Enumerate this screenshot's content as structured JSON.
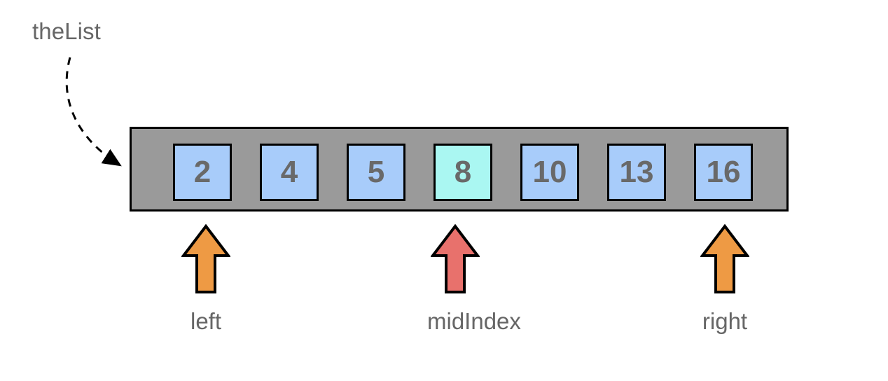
{
  "diagram": {
    "type": "binary-search-array-diagram",
    "pointer": {
      "label": "theList",
      "connector": "dashed-curved-arrow"
    },
    "list": {
      "name": "theList",
      "container_color": "#9a9a9a",
      "border_color": "#000000",
      "cells": [
        {
          "index": 0,
          "value": "2",
          "color": "#a8ccfa",
          "highlighted": false
        },
        {
          "index": 1,
          "value": "4",
          "color": "#a8ccfa",
          "highlighted": false
        },
        {
          "index": 2,
          "value": "5",
          "color": "#a8ccfa",
          "highlighted": false
        },
        {
          "index": 3,
          "value": "8",
          "color": "#aaf7f2",
          "highlighted": true
        },
        {
          "index": 4,
          "value": "10",
          "color": "#a8ccfa",
          "highlighted": false
        },
        {
          "index": 5,
          "value": "13",
          "color": "#a8ccfa",
          "highlighted": false
        },
        {
          "index": 6,
          "value": "16",
          "color": "#a8ccfa",
          "highlighted": false
        }
      ]
    },
    "markers": [
      {
        "id": "left",
        "label": "left",
        "color": "#ee9a44",
        "points_to_index": 0
      },
      {
        "id": "midIndex",
        "label": "midIndex",
        "color": "#e8716c",
        "points_to_index": 3
      },
      {
        "id": "right",
        "label": "right",
        "color": "#ee9a44",
        "points_to_index": 6
      }
    ],
    "colors": {
      "cell_default": "#a8ccfa",
      "cell_highlight": "#aaf7f2",
      "container": "#9a9a9a",
      "text": "#666666",
      "cell_text": "#696969",
      "arrow_orange": "#ee9a44",
      "arrow_red": "#e8716c",
      "outline": "#000000",
      "background": "#ffffff"
    }
  }
}
